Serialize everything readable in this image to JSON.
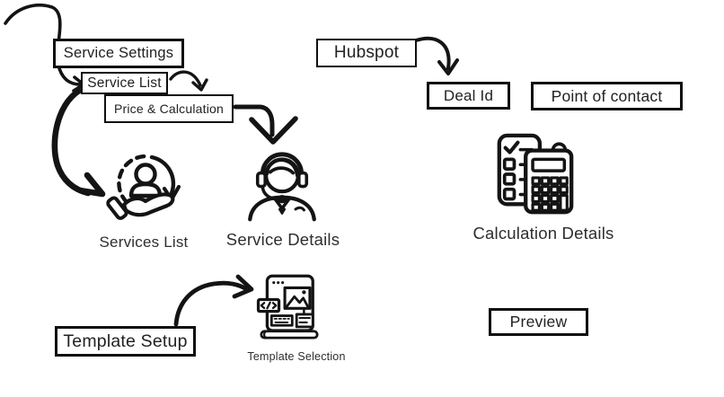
{
  "canvas": {
    "title": "Service quote flow diagram",
    "colors": {
      "ink": "#141414",
      "background": "#ffffff",
      "text": "#222222"
    }
  },
  "nodes": {
    "service_settings": "Service Settings",
    "service_list": "Service List",
    "price_calculation": "Price & Calculation",
    "hubspot": "Hubspot",
    "deal_id": "Deal Id",
    "point_of_contact": "Point of contact",
    "template_setup": "Template Setup",
    "preview": "Preview"
  },
  "icon_captions": {
    "services_list": "Services List",
    "service_details": "Service Details",
    "calculation_details": "Calculation Details",
    "template_selection": "Template Selection"
  },
  "icons": {
    "services_list": "hand-holding-person-cycle-icon",
    "service_details": "support-agent-headset-icon",
    "calculation_details": "checklist-calculator-icon",
    "template_selection": "webpage-template-icon"
  }
}
